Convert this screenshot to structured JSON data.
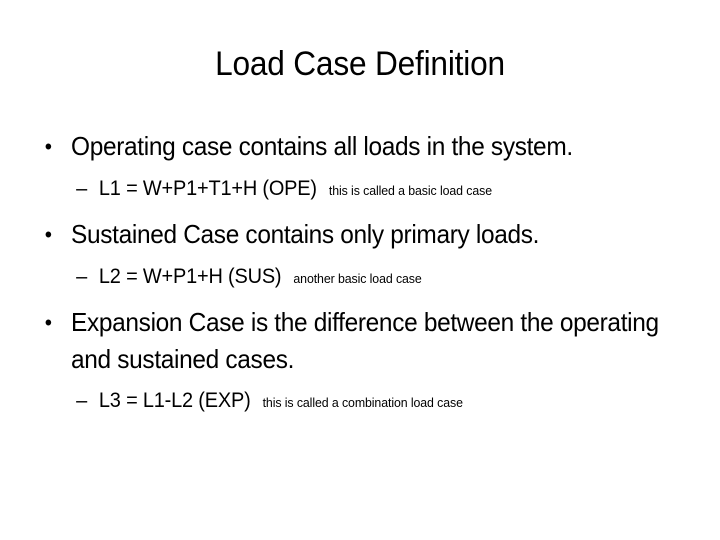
{
  "slide": {
    "title": "Load Case Definition",
    "background_color": "#ffffff",
    "text_color": "#000000",
    "bullet_marker": "•",
    "sub_bullet_marker": "–",
    "bullets": [
      {
        "level": 1,
        "text": "Operating case contains all loads in the system.",
        "sub": {
          "level": 2,
          "equation": "L1 = W+P1+T1+H  (OPE)",
          "note": "this is called a basic load case"
        }
      },
      {
        "level": 1,
        "text": "Sustained Case contains only primary loads.",
        "sub": {
          "level": 2,
          "equation": "L2 = W+P1+H  (SUS)",
          "note": "another basic load case"
        }
      },
      {
        "level": 1,
        "text": "Expansion Case is the difference between the operating and sustained cases.",
        "sub": {
          "level": 2,
          "equation": "L3 = L1-L2  (EXP)",
          "note": "this is called a combination load case"
        }
      }
    ]
  }
}
